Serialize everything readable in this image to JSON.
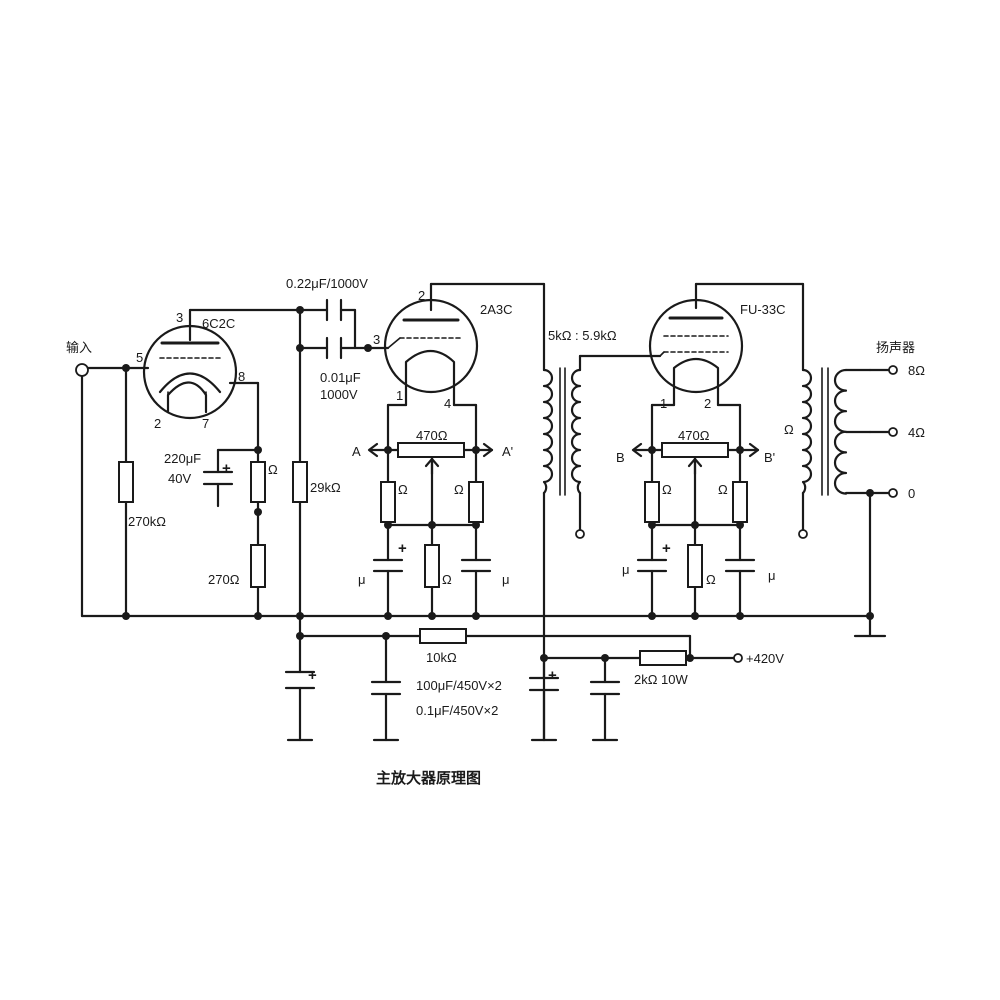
{
  "caption": "主放大器原理图",
  "tubes": {
    "t1": {
      "name": "6C2C",
      "pins": {
        "p3": "3",
        "p5": "5",
        "p8": "8",
        "p2": "2",
        "p7": "7"
      }
    },
    "t2": {
      "name": "2A3C",
      "pins": {
        "p2": "2",
        "p3": "3",
        "p1": "1",
        "p4": "4"
      }
    },
    "t3": {
      "name": "FU-33C",
      "pins": {
        "p1": "1",
        "p2": "2"
      }
    }
  },
  "labels": {
    "input": "输入",
    "speaker": "扬声器",
    "c_coupling_top": "0.22μF/1000V",
    "c_coupling_bot_val": "0.01μF",
    "c_coupling_bot_volt": "1000V",
    "r_input": "270kΩ",
    "c_cathode_val": "220μF",
    "c_cathode_volt": "40V",
    "r_cathode": "270Ω",
    "r_grid": "29kΩ",
    "r_hum1": "470Ω",
    "r_hum2": "470Ω",
    "node_a": "A",
    "node_a2": "A'",
    "node_b": "B",
    "node_b2": "B'",
    "xfmr1": "5kΩ : 5.9kΩ",
    "out_8": "8Ω",
    "out_4": "4Ω",
    "out_0": "0",
    "r_decouple": "10kΩ",
    "c_filter1": "100μF/450V×2",
    "c_filter2": "0.1μF/450V×2",
    "r_drop": "2kΩ 10W",
    "supply": "+420V",
    "unmarked_r": "Ω",
    "unmarked_c": "μ",
    "plus": "+"
  },
  "icons": {
    "ground": "ground-icon",
    "input_jack": "input-jack-icon",
    "output_terminal": "output-terminal-icon",
    "tube": "vacuum-tube-icon",
    "transformer": "transformer-icon",
    "resistor": "resistor-icon",
    "capacitor": "capacitor-icon",
    "potentiometer": "potentiometer-icon"
  }
}
